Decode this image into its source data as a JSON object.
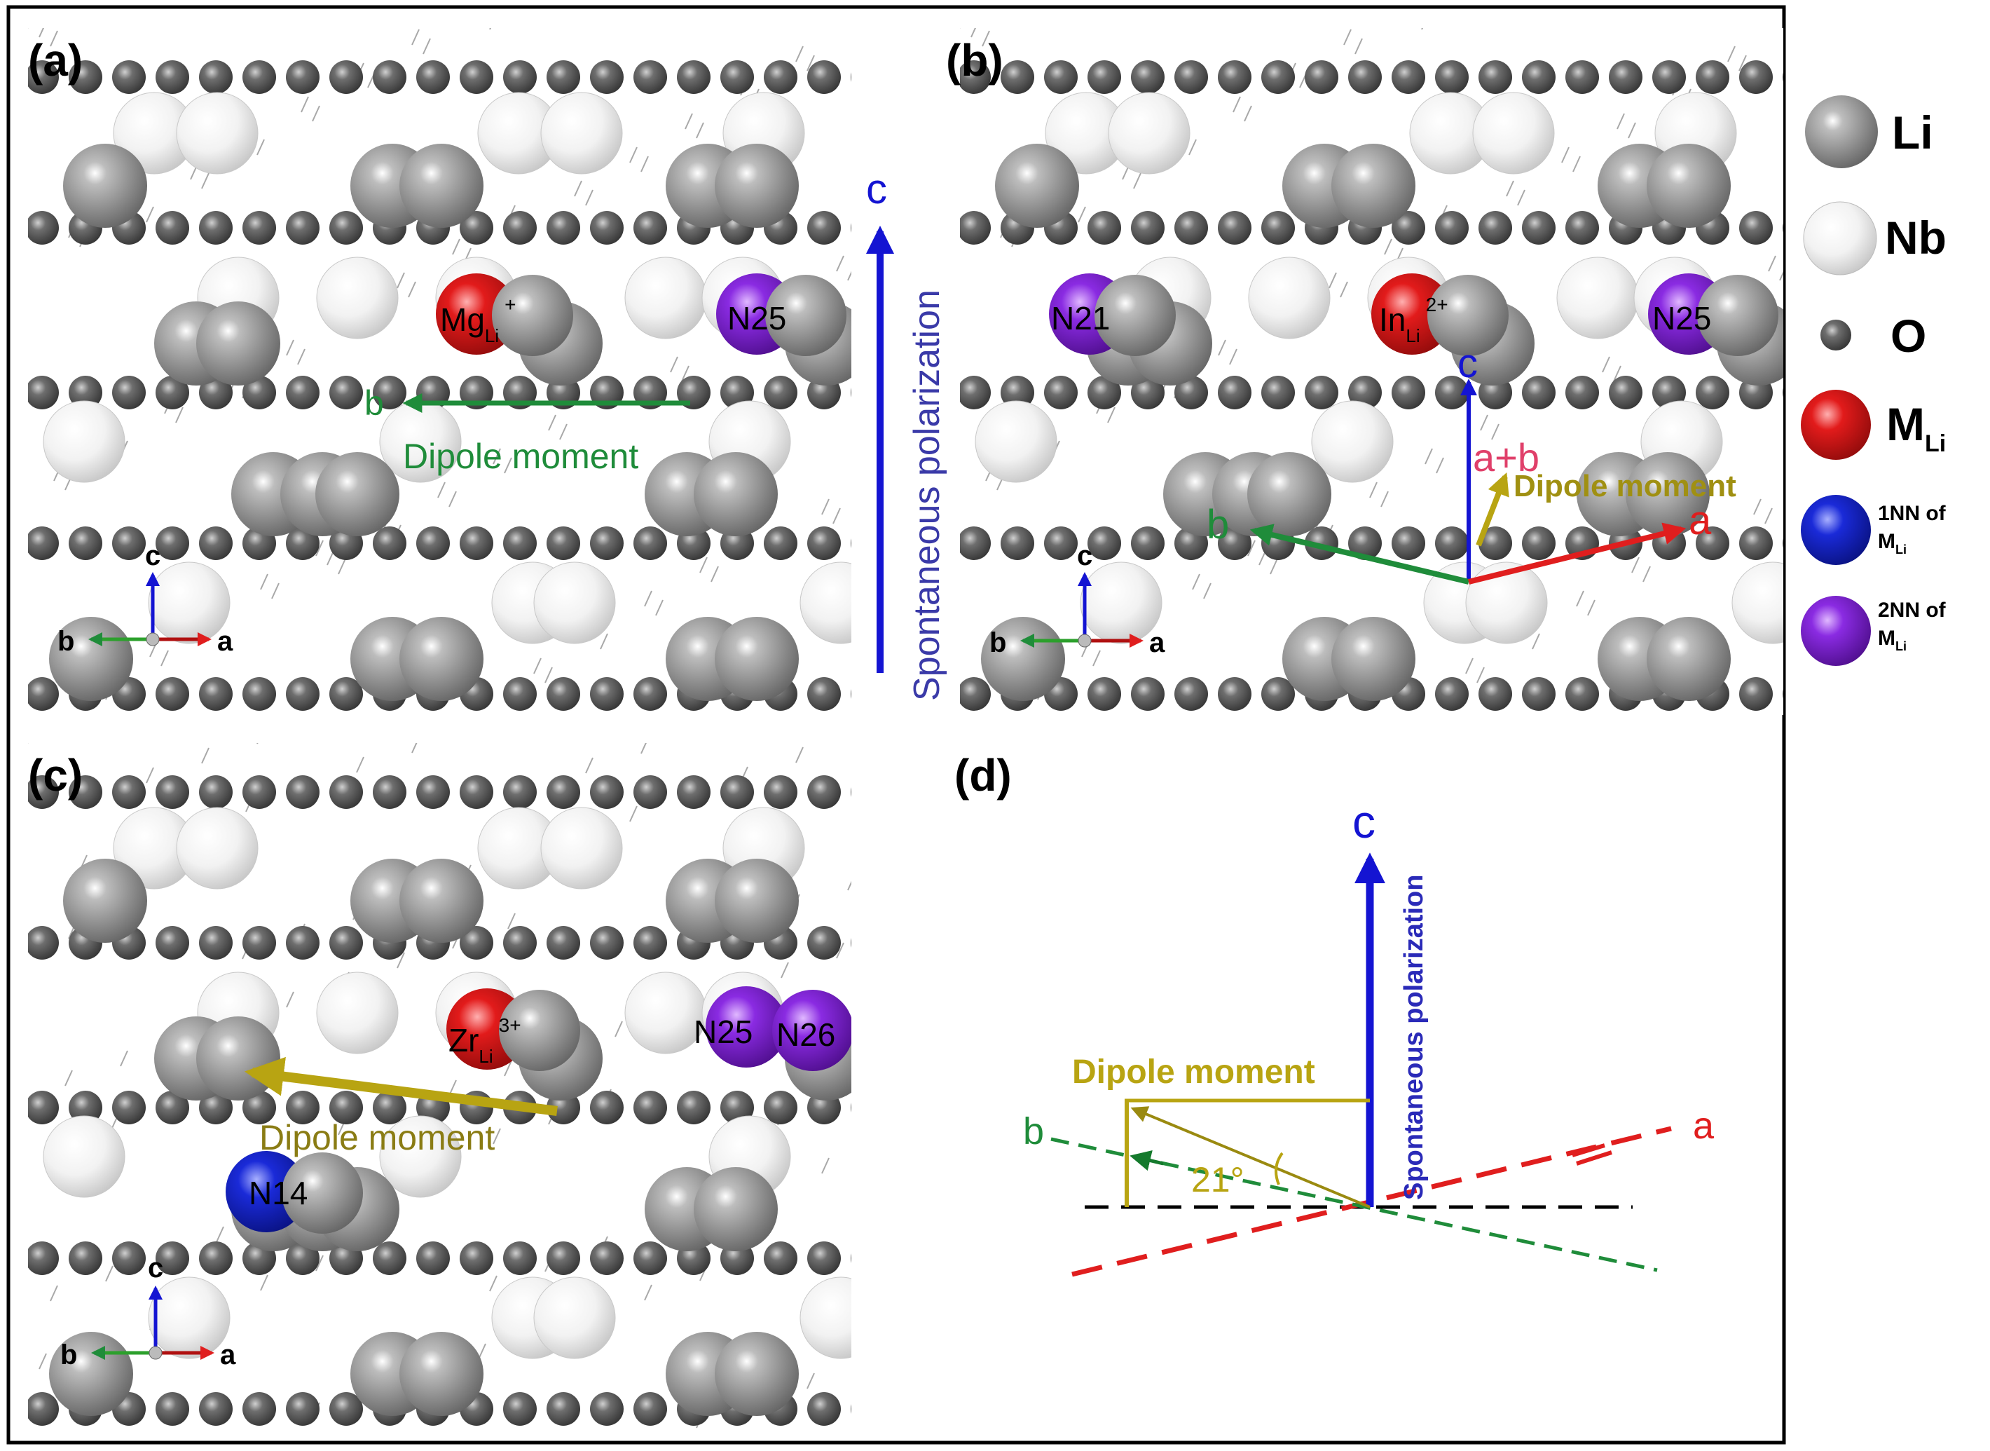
{
  "panels": {
    "a": {
      "label": "(a)",
      "dopant": {
        "base": "Mg",
        "sub": "Li",
        "sup": "+"
      },
      "neighbors": [
        {
          "name": "N25",
          "kind": "2NN"
        }
      ],
      "b_label": "b",
      "dipole_label": "Dipole moment",
      "polarization_label": "Spontaneous polarization",
      "c_label": "c",
      "triad": {
        "c": "c",
        "b": "b",
        "a": "a"
      }
    },
    "b": {
      "label": "(b)",
      "dopant": {
        "base": "In",
        "sub": "Li",
        "sup": "2+"
      },
      "neighbors": [
        {
          "name": "N21",
          "kind": "2NN"
        },
        {
          "name": "N25",
          "kind": "2NN"
        }
      ],
      "c_label": "c",
      "ab_label": "a+b",
      "b_label": "b",
      "a_label": "a",
      "dipole_label": "Dipole moment",
      "triad": {
        "c": "c",
        "b": "b",
        "a": "a"
      }
    },
    "c": {
      "label": "(c)",
      "dopant": {
        "base": "Zr",
        "sub": "Li",
        "sup": "3+"
      },
      "neighbors": [
        {
          "name": "N25",
          "kind": "2NN"
        },
        {
          "name": "N26",
          "kind": "2NN"
        },
        {
          "name": "N14",
          "kind": "1NN"
        }
      ],
      "dipole_label": "Dipole moment",
      "triad": {
        "c": "c",
        "b": "b",
        "a": "a"
      }
    },
    "d": {
      "label": "(d)",
      "c_label": "c",
      "polarization_label": "Spontaneous polarization",
      "dipole_label": "Dipole moment",
      "angle_label": "21°",
      "b_label": "b",
      "a_label": "a"
    }
  },
  "legend": [
    {
      "label": "Li",
      "sub": "",
      "color": "#8c8c8c"
    },
    {
      "label": "Nb",
      "sub": "",
      "color": "#f2f2f2"
    },
    {
      "label": "O",
      "sub": "",
      "color": "#555555"
    },
    {
      "label": "M",
      "sub": "Li",
      "color": "#e21b1b"
    },
    {
      "label": "1NN of",
      "label2": "M",
      "sub": "Li",
      "color": "#1020e0"
    },
    {
      "label": "2NN of",
      "label2": "M",
      "sub": "Li",
      "color": "#8a2be2"
    }
  ],
  "colors": {
    "li": "#8c8c8c",
    "nb": "#f0f0f0",
    "o": "#4d4d4d",
    "dopant": "#e21b1b",
    "nn1": "#1a2ad8",
    "nn2": "#8a2be2",
    "axis_c": "#1414d2",
    "axis_b": "#1f8c3a",
    "axis_a": "#e01e1e",
    "dipole_green": "#1f8c3a",
    "dipole_olive": "#b8a412",
    "dipole_text": "#b8a412"
  }
}
